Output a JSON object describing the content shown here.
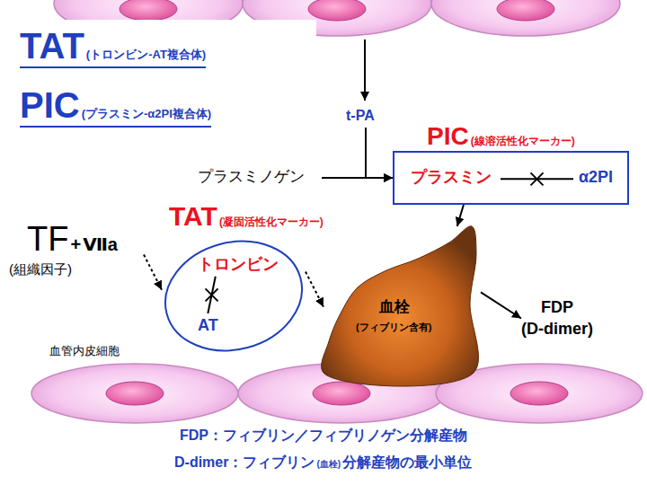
{
  "diagram": {
    "nodes": [
      {
        "text": [
          "TAT",
          "(トロンビン-AT複合体)",
          "PIC",
          "(プラスミン-α2PI複合体)"
        ]
      },
      {
        "text": [
          "t-PA"
        ]
      },
      {
        "text": [
          "プラスミノゲン"
        ]
      },
      {
        "text": [
          "PIC",
          "(線溶活性化マーカー)",
          "プラスミン",
          "α2PI"
        ]
      },
      {
        "text": [
          "TF",
          "+",
          "Ⅶa",
          "(組織因子)"
        ]
      },
      {
        "text": [
          "TAT",
          "(凝固活性化マーカー)",
          "トロンビン",
          "AT"
        ]
      },
      {
        "text": [
          "血栓",
          "(フィブリン含有)"
        ]
      },
      {
        "text": [
          "FDP",
          "(D-dimer)"
        ]
      }
    ],
    "edges": [
      {
        "from": 1,
        "to": 3,
        "arrow": "to"
      },
      {
        "from": 2,
        "to": 3,
        "arrow": "to"
      },
      {
        "from": 3,
        "to": 6,
        "arrow": "to"
      },
      {
        "from": 4,
        "to": 5,
        "arrow": "to"
      },
      {
        "from": 5,
        "to": 6,
        "arrow": "to"
      },
      {
        "from": 6,
        "to": 7,
        "arrow": "to"
      }
    ],
    "labels": [
      "血管内皮細胞",
      "FDP：フィブリン／フィブリノゲン分解産物",
      "D-dimer：フィブリン",
      "(血栓)",
      "分解産物の最小単位"
    ]
  }
}
